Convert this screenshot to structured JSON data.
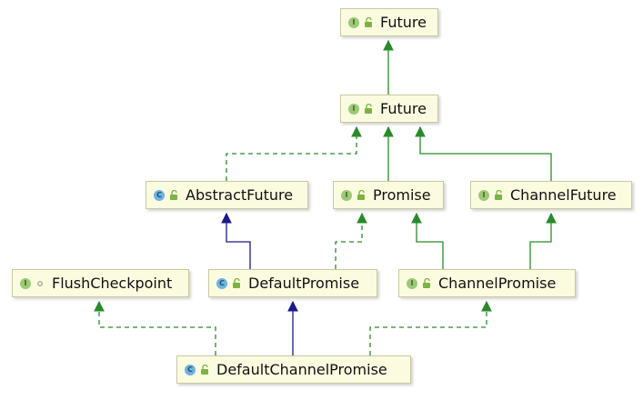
{
  "colors": {
    "inherit_line": "#2a8a2a",
    "implement_line": "#2a8a2a",
    "class_extends_line": "#1a1a8a"
  },
  "nodes": {
    "future_top": {
      "kind": "interface",
      "kind_letter": "I",
      "name": "Future",
      "visibility_icon": "unlock-icon"
    },
    "future_mid": {
      "kind": "interface",
      "kind_letter": "I",
      "name": "Future",
      "visibility_icon": "unlock-icon"
    },
    "abstract_future": {
      "kind": "abstract-class",
      "kind_letter": "C",
      "name": "AbstractFuture",
      "visibility_icon": "unlock-icon"
    },
    "promise": {
      "kind": "interface",
      "kind_letter": "I",
      "name": "Promise",
      "visibility_icon": "unlock-icon"
    },
    "channel_future": {
      "kind": "interface",
      "kind_letter": "I",
      "name": "ChannelFuture",
      "visibility_icon": "unlock-icon"
    },
    "flush_checkpoint": {
      "kind": "interface",
      "kind_letter": "I",
      "name": "FlushCheckpoint",
      "visibility_icon": "package-private-dot-icon"
    },
    "default_promise": {
      "kind": "class",
      "kind_letter": "C",
      "name": "DefaultPromise",
      "visibility_icon": "unlock-icon"
    },
    "channel_promise": {
      "kind": "interface",
      "kind_letter": "I",
      "name": "ChannelPromise",
      "visibility_icon": "unlock-icon"
    },
    "default_channel_promise": {
      "kind": "class",
      "kind_letter": "C",
      "name": "DefaultChannelPromise",
      "visibility_icon": "unlock-icon"
    }
  },
  "edges": [
    {
      "from": "future_mid",
      "to": "future_top",
      "type": "extends"
    },
    {
      "from": "abstract_future",
      "to": "future_mid",
      "type": "implements"
    },
    {
      "from": "promise",
      "to": "future_mid",
      "type": "extends"
    },
    {
      "from": "channel_future",
      "to": "future_mid",
      "type": "extends"
    },
    {
      "from": "default_promise",
      "to": "abstract_future",
      "type": "class-extends"
    },
    {
      "from": "default_promise",
      "to": "promise",
      "type": "implements"
    },
    {
      "from": "channel_promise",
      "to": "promise",
      "type": "extends"
    },
    {
      "from": "channel_promise",
      "to": "channel_future",
      "type": "extends"
    },
    {
      "from": "default_channel_promise",
      "to": "flush_checkpoint",
      "type": "implements"
    },
    {
      "from": "default_channel_promise",
      "to": "default_promise",
      "type": "class-extends"
    },
    {
      "from": "default_channel_promise",
      "to": "channel_promise",
      "type": "implements"
    }
  ]
}
